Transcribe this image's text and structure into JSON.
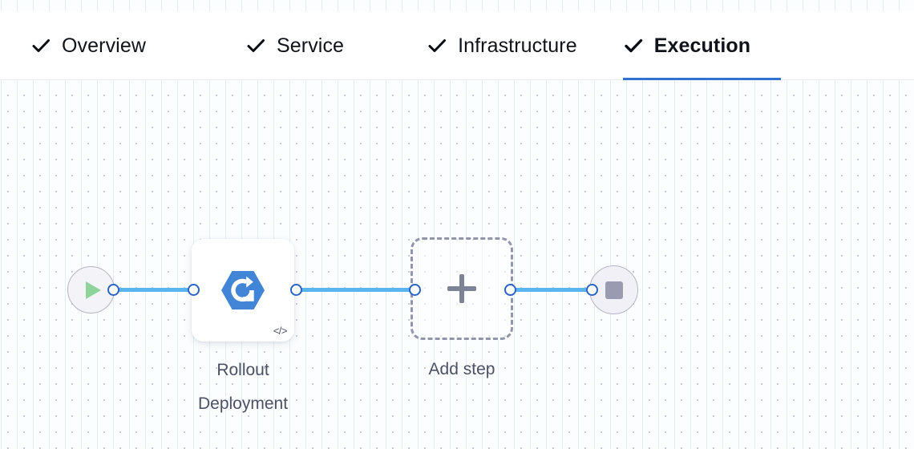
{
  "wizard": {
    "tabs": [
      {
        "label": "Overview",
        "icon": "check-icon",
        "complete": true,
        "active": false
      },
      {
        "label": "Service",
        "icon": "check-icon",
        "complete": true,
        "active": false
      },
      {
        "label": "Infrastructure",
        "icon": "check-icon",
        "complete": true,
        "active": false
      },
      {
        "label": "Execution",
        "icon": "check-icon",
        "complete": true,
        "active": true
      }
    ],
    "active_tab": "Execution",
    "active_accent_color": "#2f72d1"
  },
  "canvas": {
    "background_color": "#fbfdfe",
    "grid": "dot-grid",
    "nodes": {
      "start": {
        "type": "start-node",
        "icon": "play-icon",
        "icon_color": "#8ed39a",
        "label": ""
      },
      "step": {
        "type": "step-node",
        "icon": "rollout-deployment-icon",
        "icon_color": "#4285d6",
        "badge_icon": "code-icon",
        "badge_glyph": "</>",
        "label": "Rollout\nDeployment"
      },
      "add": {
        "type": "add-step-node",
        "icon": "plus-icon",
        "icon_color": "#7e8297",
        "label": "Add step"
      },
      "end": {
        "type": "end-node",
        "icon": "stop-icon",
        "icon_color": "#9a9ab0",
        "label": ""
      }
    },
    "edge_color": "#5ab4ef",
    "handle_color": "#2a64c6"
  }
}
